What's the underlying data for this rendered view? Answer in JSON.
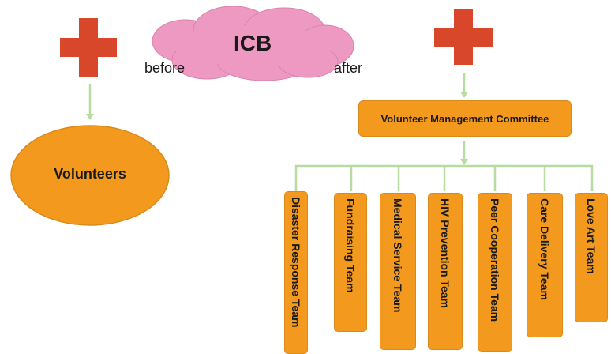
{
  "diagram": {
    "center_label": "ICB",
    "before_label": "before",
    "after_label": "after",
    "volunteers_label": "Volunteers",
    "committee_label": "Volunteer Management Committee",
    "teams": [
      "Disaster Response Team",
      "Fundraising Team",
      "Medical Service Team",
      "HIV Prevention Team",
      "Peer Cooperation Team",
      "Care Delivery Team",
      "Love Art Team"
    ]
  },
  "colors": {
    "cross": "#d9472b",
    "cloud": "#ee99c2",
    "box": "#f39a1e",
    "connector": "#b8dca0"
  },
  "icons": [
    "red-cross-icon",
    "cloud-shape"
  ]
}
